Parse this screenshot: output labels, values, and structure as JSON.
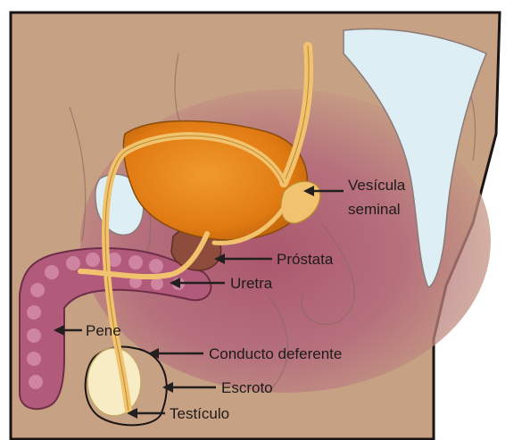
{
  "labels": {
    "vesicula_line1": "Vesícula",
    "vesicula_line2": "seminal",
    "prostata": "Próstata",
    "uretra": "Uretra",
    "pene": "Pene",
    "conducto": "Conducto deferente",
    "escroto": "Escroto",
    "testiculo": "Testículo"
  },
  "colors": {
    "skin": "#c7a184",
    "pelvis_tint": "#a8526a",
    "bladder": "#e8861e",
    "duct": "#f2c36e",
    "prostate": "#8e4c3c",
    "penis_tissue": "#b25a7a",
    "bone": "#ddeef5",
    "leader": "#241f1f"
  }
}
